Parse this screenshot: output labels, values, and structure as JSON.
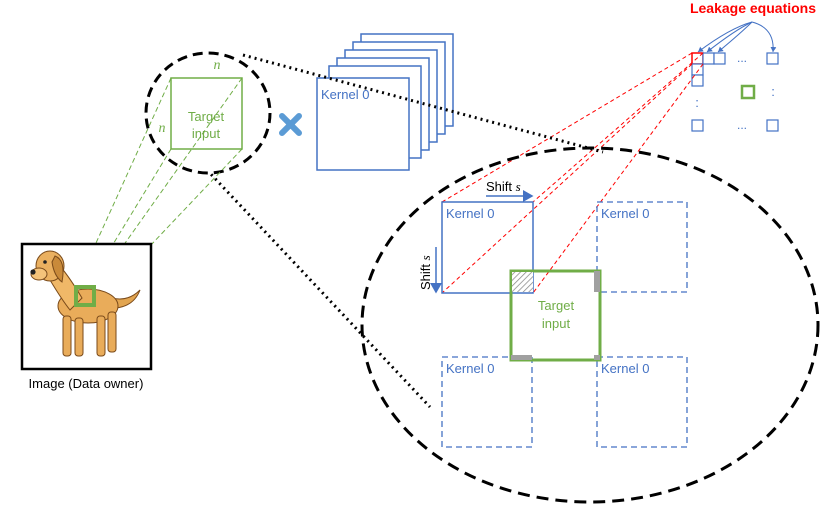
{
  "title": "Leakage equations",
  "left_zoom": {
    "target_label_line1": "Target",
    "target_label_line2": "input",
    "dim_top": "n",
    "dim_left": "n"
  },
  "kernel_stack": {
    "label": "Kernel 0"
  },
  "grid": {
    "ellipsis_h": "...",
    "ellipsis_v": ":"
  },
  "image": {
    "caption": "Image (Data owner)"
  },
  "big_zoom": {
    "shift_h_label": "Shift",
    "shift_h_var": "s",
    "shift_v_label": "Shift",
    "shift_v_var": "s",
    "kernel_labels": [
      "Kernel 0",
      "Kernel 0",
      "Kernel 0",
      "Kernel 0"
    ],
    "target_line1": "Target",
    "target_line2": "input"
  },
  "colors": {
    "blue": "#4472c4",
    "green": "#70ad47",
    "red": "#ff0000",
    "black": "#000000",
    "gray": "#a0a0a0",
    "cross": "#5b9bd5"
  },
  "icons": [
    "multiply-icon",
    "dog-image"
  ]
}
